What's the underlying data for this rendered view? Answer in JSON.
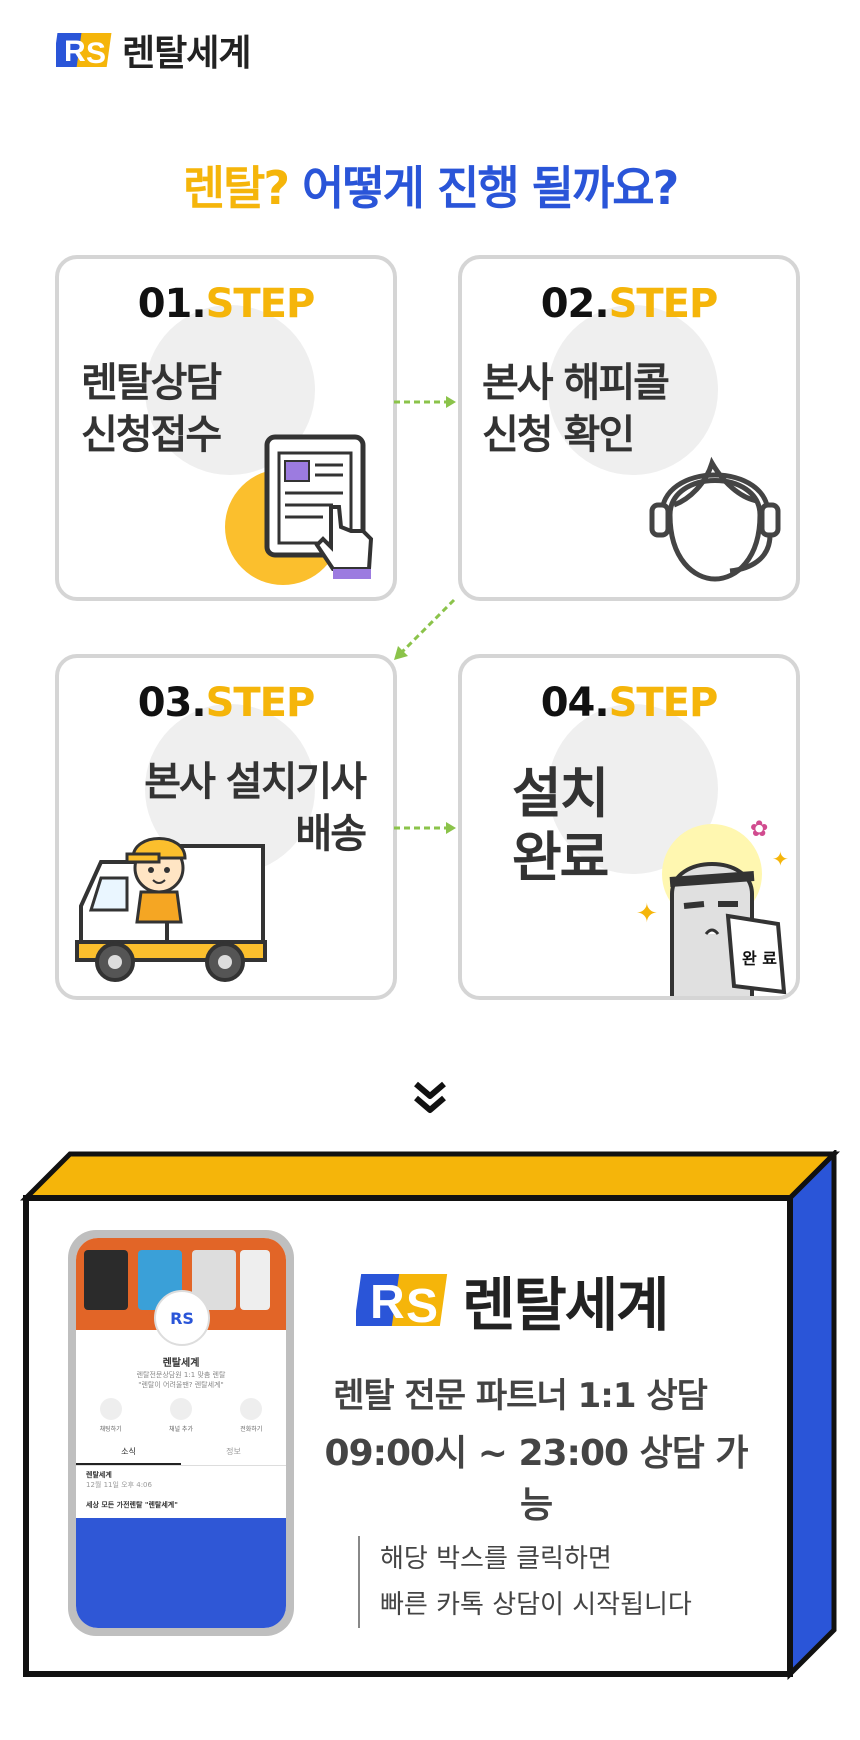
{
  "header": {
    "logo_mark": "RS",
    "logo_text": "렌탈세계"
  },
  "headline": {
    "part1": "렌탈?",
    "part2": "어떻게 진행 될까요?"
  },
  "steps": [
    {
      "num": "01.",
      "word": "STEP",
      "desc": "렌탈상담\n신청접수",
      "icon": "tablet-hand-icon"
    },
    {
      "num": "02.",
      "word": "STEP",
      "desc": "본사 해피콜\n신청 확인",
      "icon": "headset-person-icon"
    },
    {
      "num": "03.",
      "word": "STEP",
      "desc": "본사 설치기사\n배송",
      "icon": "delivery-truck-icon"
    },
    {
      "num": "04.",
      "word": "STEP",
      "desc": "설치\n완료",
      "icon": "character-complete-icon",
      "badge": "완 료"
    }
  ],
  "kakao_box": {
    "brand_mark": "RS",
    "brand_text": "렌탈세계",
    "line1": "렌탈 전문 파트너 1:1 상담",
    "line2": "09:00시 ~ 23:00 상담 가능",
    "note_line1": "해당 박스를 클릭하면",
    "note_line2": "빠른 카톡 상담이 시작됩니다",
    "phone": {
      "profile_name": "렌탈세계",
      "profile_sub": "렌탈전문상담원 1:1 맞춤 렌탈\n\"렌탈이 어려울땐? 렌탈세계\"",
      "actions": [
        "채팅하기",
        "채널 추가",
        "전화하기"
      ],
      "tabs": [
        "소식",
        "정보"
      ],
      "post_name": "렌탈세계",
      "post_date": "12월 11일 오후 4:06",
      "post_text": "세상 모든 가전렌탈 \"렌탈세계\""
    }
  },
  "colors": {
    "accent_yellow": "#f5b50a",
    "accent_blue": "#2a55d8",
    "card_border": "#d5d5d5",
    "arrow_green": "#8bc34a"
  }
}
